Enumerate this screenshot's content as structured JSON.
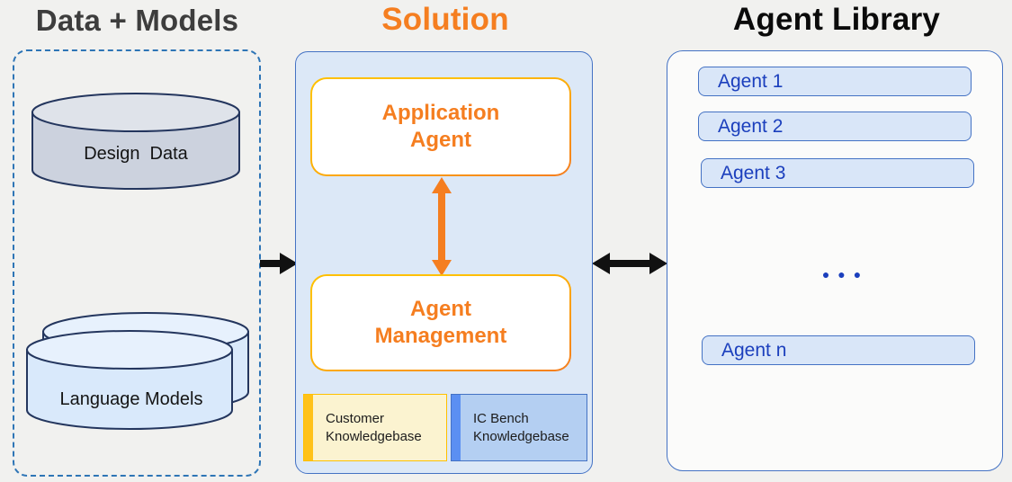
{
  "colors": {
    "background": "#f1f1ef",
    "orange": "#f57e20",
    "gold": "#ffc000",
    "blue_border": "#4472c4",
    "dashed_border": "#2e75b6",
    "blue_text": "#1b3fbd",
    "arrow_black": "#111111",
    "solution_fill": "#dce8f7",
    "agent_pill_fill": "#d9e6f8",
    "customer_kb_fill": "#fbf3d0",
    "customer_kb_bar": "#ffc21a",
    "icbench_kb_fill": "#b4cff2",
    "icbench_kb_bar": "#5b8ff2",
    "cyl_gray_body": "#ccd2de",
    "cyl_gray_top": "#dfe3ea",
    "cyl_blue_body": "#d9e9fb",
    "cyl_blue_top": "#e7f1fd",
    "cyl_stroke": "#24365e"
  },
  "sections": {
    "data_models": {
      "title": "Data + Models",
      "design_data_label": "Design  Data",
      "language_models_label": "Language Models"
    },
    "solution": {
      "title": "Solution",
      "application_agent_label": "Application\nAgent",
      "agent_management_label": "Agent\nManagement",
      "customer_kb_label": "Customer\nKnowledgebase",
      "icbench_kb_label": "IC Bench\nKnowledgebase"
    },
    "agent_library": {
      "title": "Agent Library",
      "agents": [
        "Agent 1",
        "Agent 2",
        "Agent 3"
      ],
      "ellipsis": "●●●",
      "agent_n_label": "Agent n"
    }
  }
}
